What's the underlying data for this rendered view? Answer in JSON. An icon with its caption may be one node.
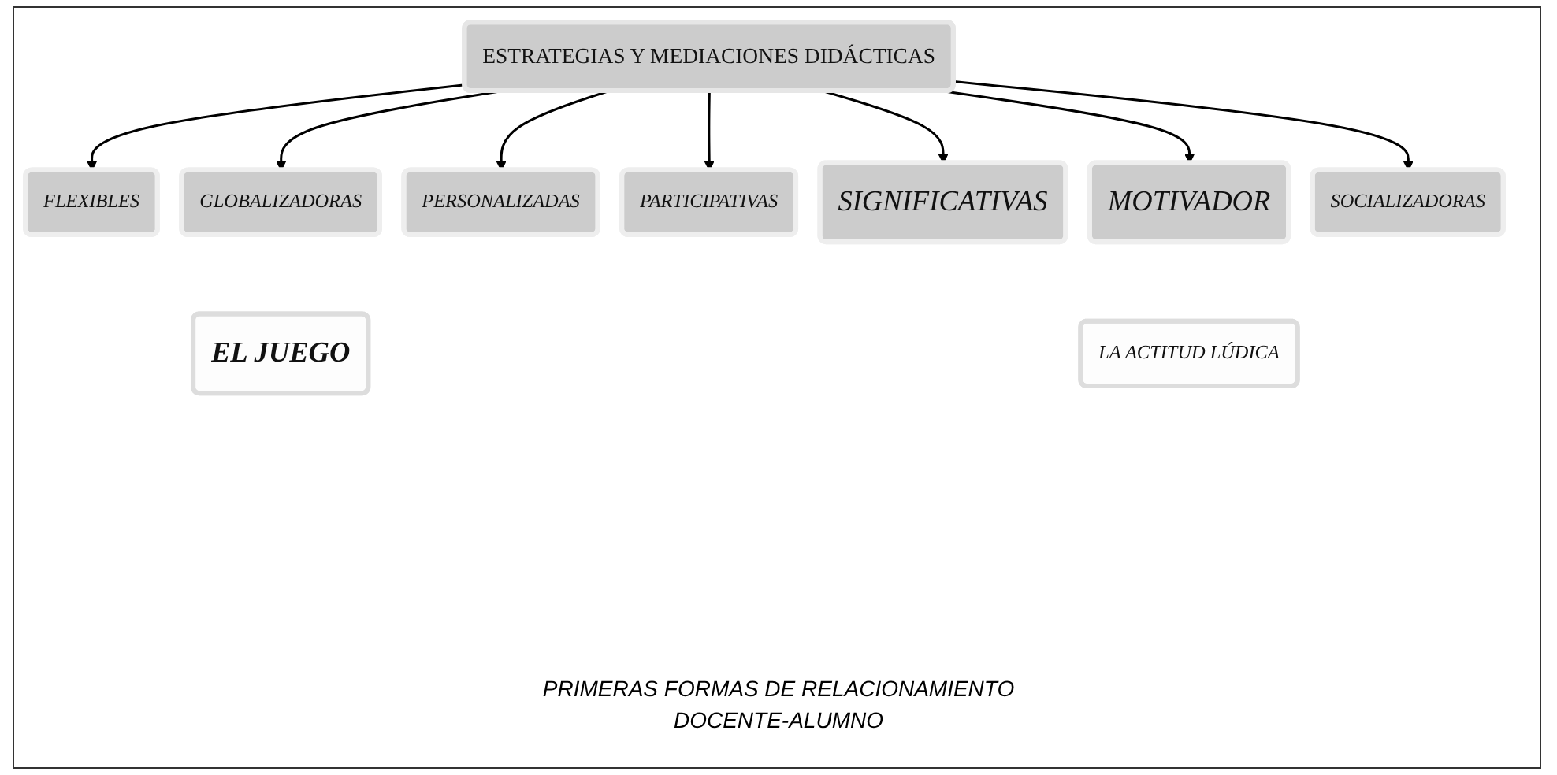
{
  "diagram": {
    "nodes": [
      {
        "text": [
          "ESTRATEGIAS Y MEDIACIONES DIDÁCTICAS"
        ]
      },
      {
        "text": [
          "FLEXIBLES"
        ]
      },
      {
        "text": [
          "GLOBALIZADORAS"
        ]
      },
      {
        "text": [
          "PERSONALIZADAS"
        ]
      },
      {
        "text": [
          "PARTICIPATIVAS"
        ]
      },
      {
        "text": [
          "SIGNIFICATIVAS"
        ]
      },
      {
        "text": [
          "MOTIVADOR"
        ]
      },
      {
        "text": [
          "SOCIALIZADORAS"
        ]
      },
      {
        "text": [
          "EL JUEGO"
        ]
      },
      {
        "text": [
          "LA ACTITUD LÚDICA"
        ]
      }
    ],
    "edges": [
      {
        "from": 0,
        "to": 1,
        "arrow": "to"
      },
      {
        "from": 0,
        "to": 2,
        "arrow": "to"
      },
      {
        "from": 0,
        "to": 3,
        "arrow": "to"
      },
      {
        "from": 0,
        "to": 4,
        "arrow": "to"
      },
      {
        "from": 0,
        "to": 5,
        "arrow": "to"
      },
      {
        "from": 0,
        "to": 6,
        "arrow": "to"
      },
      {
        "from": 0,
        "to": 7,
        "arrow": "to"
      }
    ],
    "labels": [
      "PRIMERAS FORMAS DE RELACIONAMIENTO",
      "DOCENTE-ALUMNO"
    ]
  }
}
